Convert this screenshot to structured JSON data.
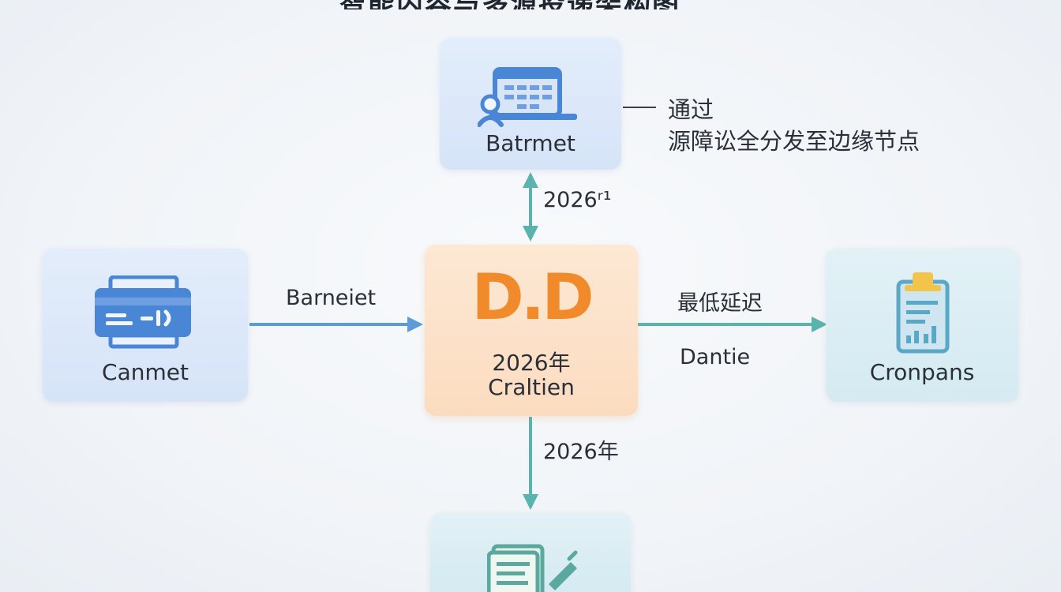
{
  "title": "智能内容与多源投递架构图",
  "nodes": {
    "top": {
      "label": "Batrmet"
    },
    "left": {
      "label": "Canmet"
    },
    "center": {
      "logo": "D.D",
      "line1": "2026年",
      "line2": "Craltien"
    },
    "right": {
      "label": "Cronpans"
    },
    "bottom": {
      "label": ""
    }
  },
  "edges": {
    "top_center": {
      "label": "2026ʳ¹"
    },
    "left_center": {
      "label": "Barneiet"
    },
    "center_right": {
      "label_top": "最低延迟",
      "label_bottom": "Dantie"
    },
    "center_bottom": {
      "label": "2026年"
    }
  },
  "note": {
    "line1": "通过",
    "line2": "源障讼全分发至边缘节点"
  },
  "colors": {
    "blue_arrow": "#5b9bd9",
    "teal_arrow": "#5ab3ad",
    "logo_orange": "#f08a2a",
    "icon_blue": "#4a86d6",
    "icon_teal": "#5aa8c8",
    "icon_gold": "#f2c44a"
  },
  "icons": {
    "top": "server-dashboard-icon",
    "left": "payment-card-icon",
    "right": "clipboard-chart-icon",
    "bottom": "document-edit-icon"
  }
}
